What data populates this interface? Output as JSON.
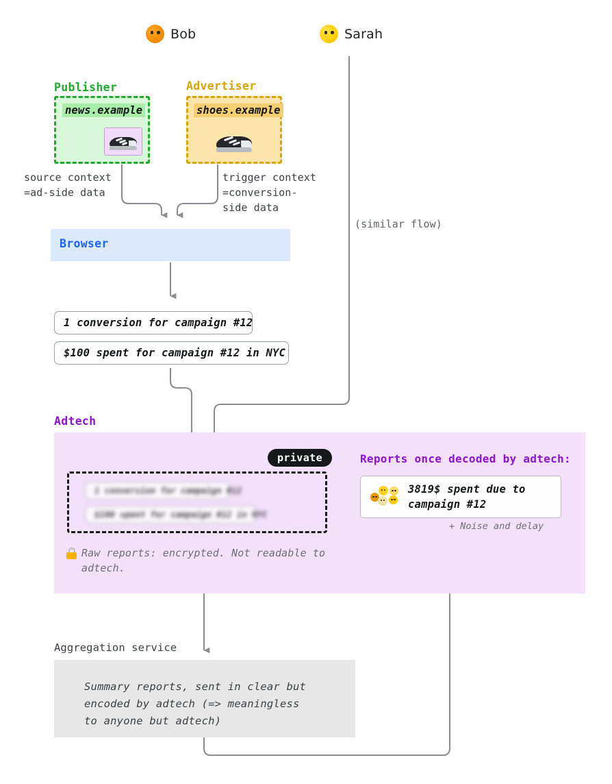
{
  "people": [
    {
      "name": "Bob",
      "face_color": "#f08c00",
      "icon": "smiley-face-icon"
    },
    {
      "name": "Sarah",
      "face_color": "#ffd000",
      "icon": "smiley-face-icon"
    }
  ],
  "publisher": {
    "label": "Publisher",
    "color": "#1faa2e",
    "url": "news.example",
    "ad_icon": "sneaker-icon"
  },
  "advertiser": {
    "label": "Advertiser",
    "color": "#d9a406",
    "url": "shoes.example",
    "product_icon": "sneaker-icon"
  },
  "annotations": {
    "source_context": "source context\n=ad-side data",
    "trigger_context": "trigger context\n=conversion-\nside data",
    "similar_flow": "(similar flow)"
  },
  "browser": {
    "label": "Browser",
    "color": "#1a66f0"
  },
  "reports": [
    "1 conversion for campaign #12",
    "$100 spent for campaign #12 in NYC"
  ],
  "adtech": {
    "label": "Adtech",
    "color": "#9013d5",
    "private_badge": "private",
    "encrypted_reports": [
      "1 conversion for campaign #12",
      "$100 spent for campaign #12 in NYC"
    ],
    "lock_icon": "lock-icon",
    "raw_note": "Raw reports: encrypted. Not readable to adtech.",
    "decoded_title": "Reports once decoded by adtech:",
    "decoded_report": "3819$ spent due to campaign #12",
    "decoded_cluster_icon": "cookie-faces-cluster-icon",
    "noise_note": "+ Noise and delay"
  },
  "aggregation": {
    "label": "Aggregation service",
    "text": "Summary reports, sent in clear but encoded by adtech (=> meaningless to anyone but adtech)"
  },
  "colors": {
    "connector": "#8a8d91",
    "publisher_fill": "#d9f7d9",
    "advertiser_fill": "#fbe5ad",
    "browser_fill": "#dce8fb",
    "adtech_fill": "#f3e0fb",
    "aggregation_fill": "#e7e7e7"
  }
}
